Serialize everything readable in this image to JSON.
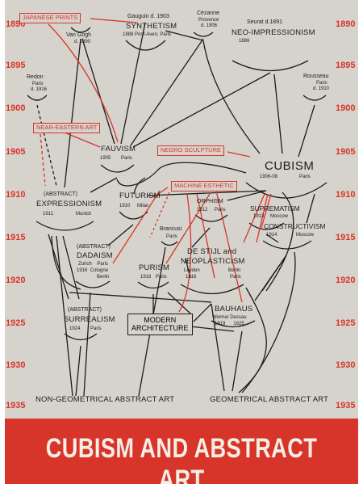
{
  "years": [
    "1890",
    "1895",
    "1900",
    "1905",
    "1910",
    "1915",
    "1920",
    "1925",
    "1930",
    "1935"
  ],
  "influences": {
    "japanese_prints": "JAPANESE PRINTS",
    "near_eastern_art": "NEAR-EASTERN ART",
    "negro_sculpture": "NEGRO SCULPTURE",
    "machine_esthetic": "MACHINE ESTHETIC"
  },
  "nodes": {
    "gauguin": {
      "name": "Gauguin",
      "detail": "d. 1903"
    },
    "synthetism": {
      "name": "SYNTHETISM",
      "detail": "1888 Pont-Aven, Paris"
    },
    "cezanne": {
      "name": "Cézanne",
      "detail1": "Provence",
      "detail2": "d. 1906"
    },
    "seurat": {
      "name": "Seurat d.1891"
    },
    "neo_impressionism": {
      "name": "NEO-IMPRESSIONISM",
      "detail": "1886"
    },
    "van_gogh": {
      "name": "Van Gogh",
      "detail": "d. 1890"
    },
    "redon": {
      "name": "Redon",
      "detail1": "Paris",
      "detail2": "d. 1916"
    },
    "rousseau": {
      "name": "Rousseau",
      "detail1": "Paris",
      "detail2": "d. 1910"
    },
    "fauvism": {
      "name": "FAUVISM",
      "year": "1905",
      "place": "Paris"
    },
    "cubism": {
      "name": "CUBISM",
      "year": "1906-08",
      "place": "Paris"
    },
    "expressionism": {
      "name": "(ABSTRACT)",
      "name2": "EXPRESSIONISM",
      "year": "1911",
      "place": "Munich"
    },
    "futurism": {
      "name": "FUTURISM",
      "year": "1910",
      "place": "Milan"
    },
    "orphism": {
      "name": "ORPHISM",
      "year": "1912",
      "place": "Paris"
    },
    "suprematism": {
      "name": "SUPREMATISM",
      "year": "1913",
      "place": "Moscow"
    },
    "constructivism": {
      "name": "CONSTRUCTIVISM",
      "year": "1914",
      "place": "Moscow"
    },
    "brancusi": {
      "name": "Brancusi",
      "detail": "Paris"
    },
    "dadaism": {
      "name": "(ABSTRACT)",
      "name2": "DADAISM",
      "line1": "Zurich    Paris",
      "line2": "1916  Cologne",
      "line3": "Berlin"
    },
    "purism": {
      "name": "PURISM",
      "year": "1918",
      "place": "Paris"
    },
    "de_stijl": {
      "name": "DE STIJL and",
      "name2": "NEOPLASTICISM",
      "line1": "Leyden",
      "line2": "1916",
      "line3": "Berlin",
      "line4": "Paris"
    },
    "bauhaus": {
      "name": "BAUHAUS",
      "line1": "Weimar Dessau",
      "line2": "1919      1925"
    },
    "surrealism": {
      "name": "(ABSTRACT)",
      "name2": "SURREALISM",
      "year": "1924",
      "place": "Paris"
    },
    "modern_architecture": {
      "line1": "MODERN",
      "line2": "ARCHITECTURE"
    }
  },
  "outcomes": {
    "non_geometrical": "NON-GEOMETRICAL ABSTRACT ART",
    "geometrical": "GEOMETRICAL ABSTRACT ART"
  },
  "banner_title": "CUBISM AND ABSTRACT ART",
  "colors": {
    "accent": "#d8352a",
    "ink": "#1c1c1c",
    "paper": "#d6d3cc"
  }
}
